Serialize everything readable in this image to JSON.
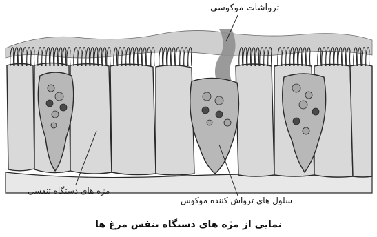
{
  "labels": {
    "mucus": "ترواشات موکوسی",
    "cilia": "مژه های دستگاه تنفسی",
    "goblet": "سلول های ترواش کننده موکوس"
  },
  "caption": "نمایی از مژه های دستگاه تنفس مرغ ها",
  "colors": {
    "cell_fill": "#d9d9d9",
    "goblet_fill": "#b8b8b8",
    "mucus": "#8f8f8f",
    "outline": "#2a2a2a",
    "granule_dark": "#4a4a4a",
    "granule_light": "#a6a6a6"
  }
}
